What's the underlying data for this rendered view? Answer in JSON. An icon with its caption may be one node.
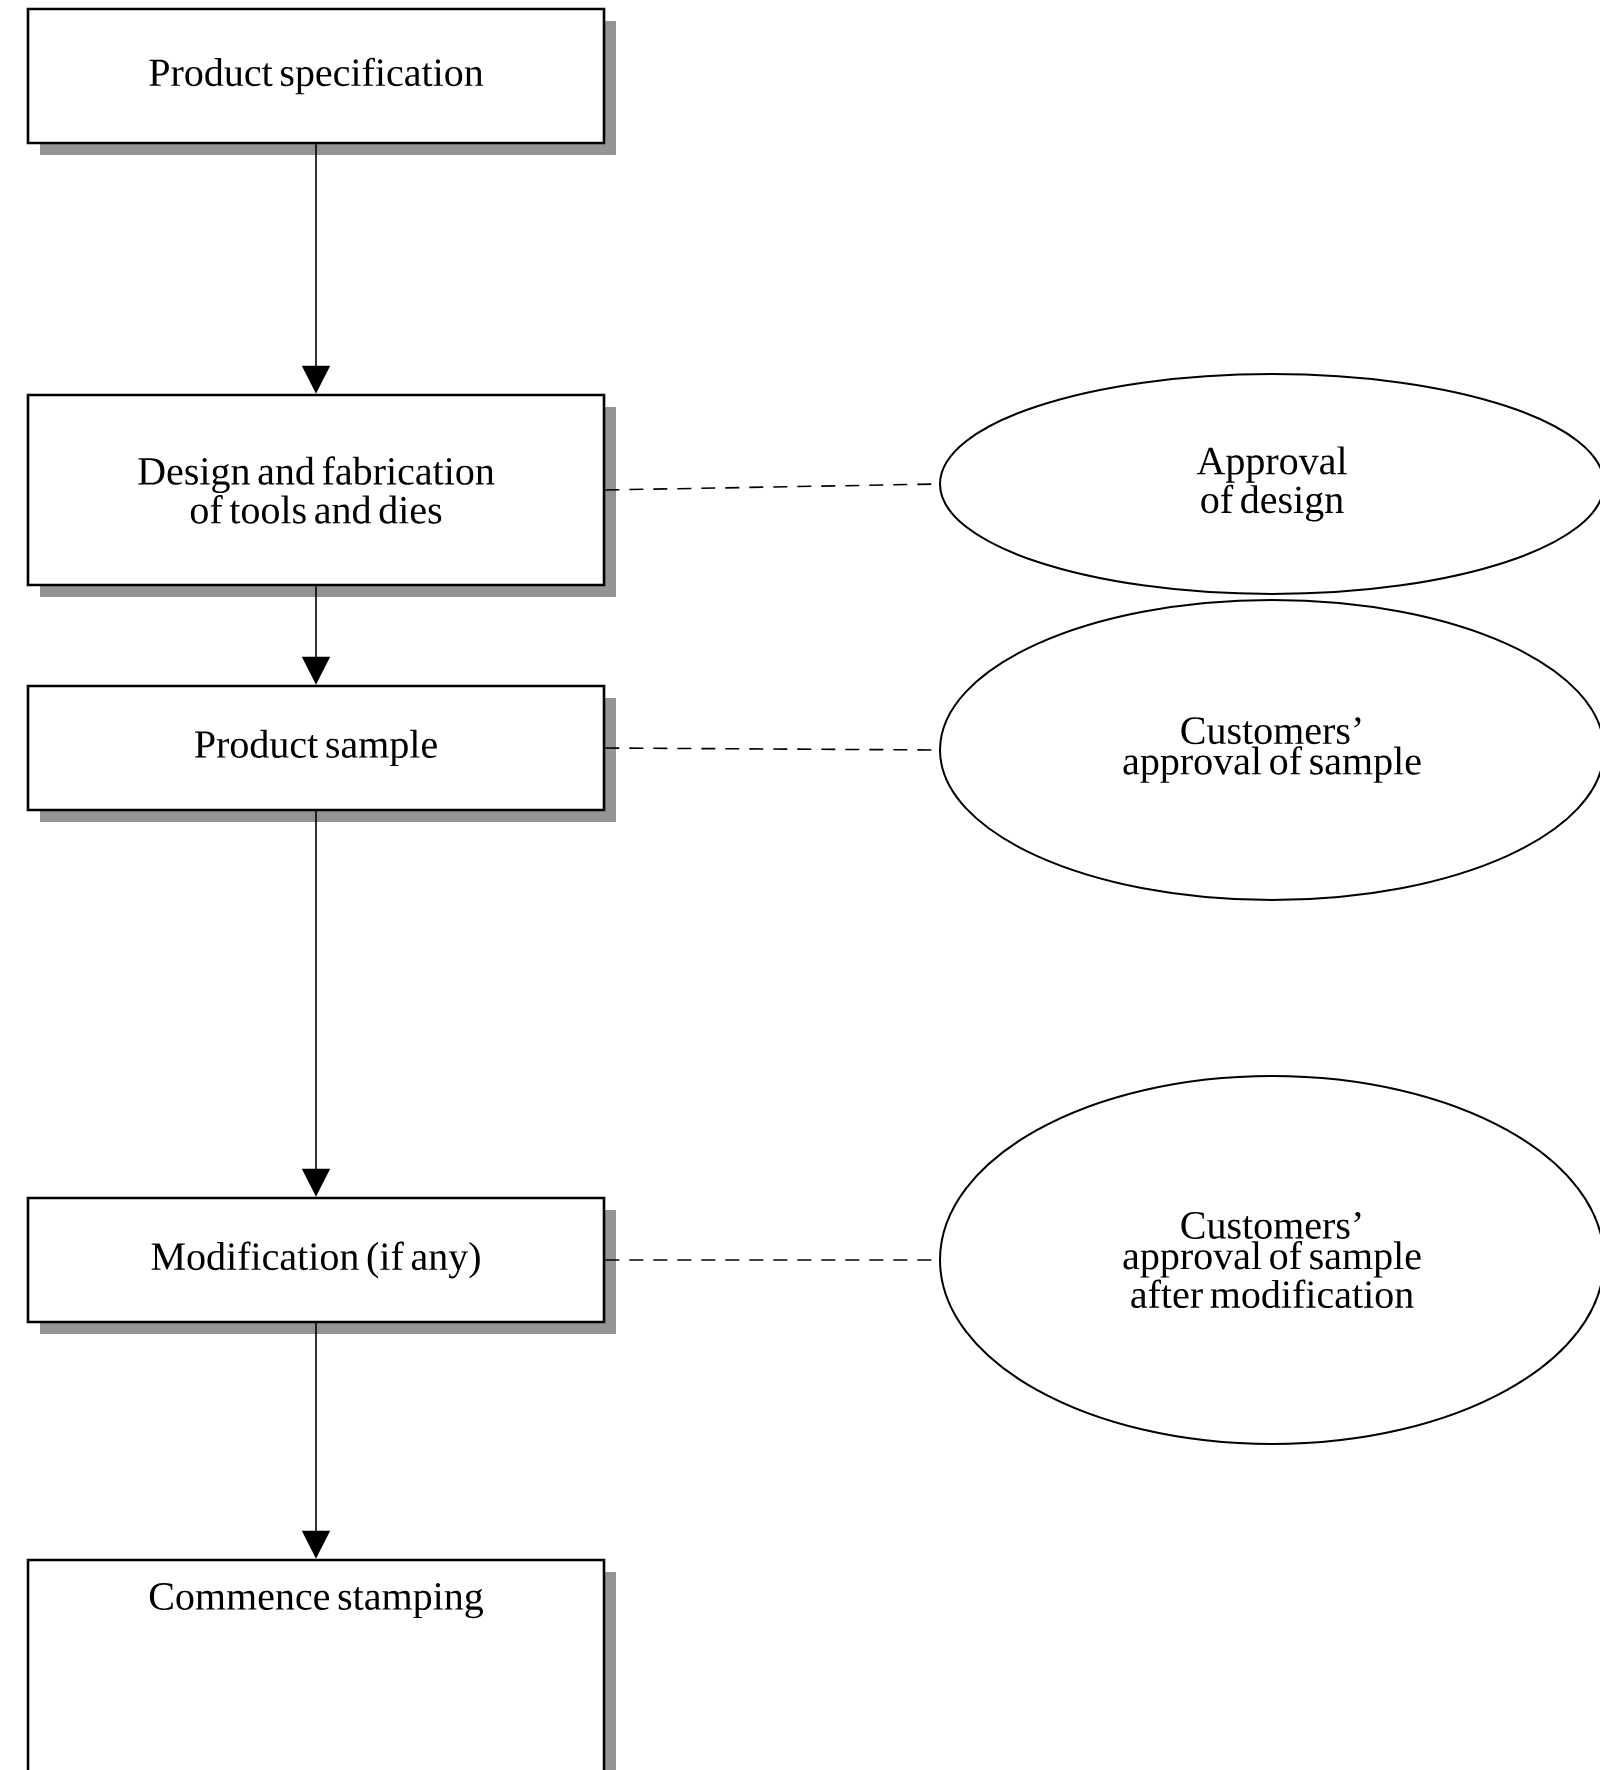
{
  "diagram": {
    "nodes": [
      {
        "text": [
          "Product specification"
        ]
      },
      {
        "text": [
          "Design and fabrication of tools and dies"
        ]
      },
      {
        "text": [
          "Product sample"
        ]
      },
      {
        "text": [
          "Modification (if any)"
        ]
      },
      {
        "text": [
          "Commence stamping"
        ]
      },
      {
        "text": [
          "Approval of design"
        ]
      },
      {
        "text": [
          "Customers’ approval of sample"
        ]
      },
      {
        "text": [
          "Customers’ approval of sample after modification"
        ]
      }
    ],
    "edges": [
      {
        "from": 0,
        "to": 1,
        "arrow": "to"
      },
      {
        "from": 1,
        "to": 2,
        "arrow": "to"
      },
      {
        "from": 2,
        "to": 3,
        "arrow": "to"
      },
      {
        "from": 3,
        "to": 4,
        "arrow": "to"
      },
      {
        "from": 1,
        "to": 5,
        "arrow": "none",
        "style": "dashed"
      },
      {
        "from": 2,
        "to": 6,
        "arrow": "none",
        "style": "dashed"
      },
      {
        "from": 3,
        "to": 7,
        "arrow": "none",
        "style": "dashed"
      }
    ]
  }
}
